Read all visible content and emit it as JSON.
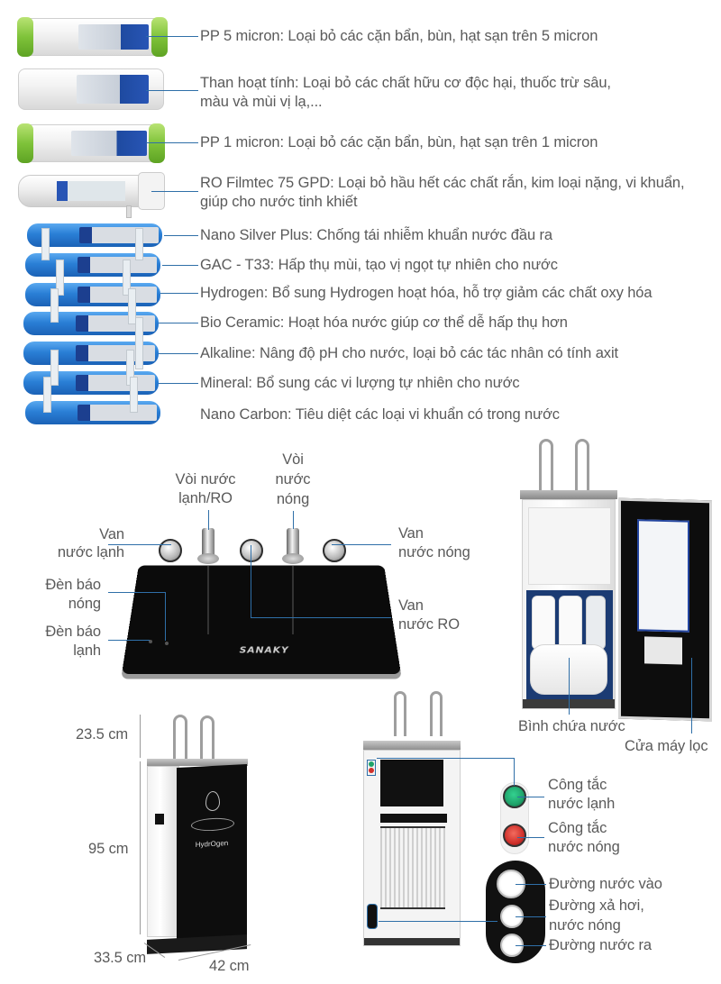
{
  "filters": [
    {
      "label": "PP 5 micron: Loại bỏ các cặn bẩn, bùn, hạt sạn trên 5 micron"
    },
    {
      "label_line1": "Than hoạt tính: Loại bỏ các chất hữu cơ độc hại, thuốc trừ sâu,",
      "label_line2": "màu và mùi vị lạ,..."
    },
    {
      "label": "PP 1 micron: Loại bỏ các cặn bẩn, bùn, hạt sạn trên 1 micron"
    },
    {
      "label_line1": "RO Filmtec 75 GPD: Loại bỏ hầu hết các chất rắn, kim loại nặng, vi khuẩn,",
      "label_line2": "giúp cho nước tinh khiết"
    },
    {
      "label": "Nano Silver Plus: Chống tái nhiễm khuẩn nước đầu ra"
    },
    {
      "label": "GAC - T33: Hấp thụ mùi, tạo vị ngọt tự nhiên cho nước"
    },
    {
      "label": "Hydrogen: Bổ sung Hydrogen hoạt hóa, hỗ trợ giảm các chất oxy hóa"
    },
    {
      "label": "Bio Ceramic: Hoạt hóa nước giúp cơ thể dễ hấp thụ hơn"
    },
    {
      "label": "Alkaline: Nâng độ pH cho nước, loại bỏ các tác nhân có tính axit"
    },
    {
      "label": "Mineral: Bổ sung các vi lượng tự nhiên cho nước"
    },
    {
      "label": "Nano Carbon: Tiêu diệt các loại vi khuẩn có trong nước"
    }
  ],
  "control_panel": {
    "brand": "SANAKY",
    "cold_faucet": {
      "line1": "Vòi nước",
      "line2": "lạnh/RO"
    },
    "hot_faucet": {
      "line1": "Vòi",
      "line2": "nước",
      "line3": "nóng"
    },
    "cold_valve": {
      "line1": "Van",
      "line2": "nước lạnh"
    },
    "hot_valve": {
      "line1": "Van",
      "line2": "nước nóng"
    },
    "ro_valve": {
      "line1": "Van",
      "line2": "nước RO"
    },
    "hot_light": {
      "line1": "Đèn báo",
      "line2": "nóng"
    },
    "cold_light": {
      "line1": "Đèn báo",
      "line2": "lạnh"
    }
  },
  "interior": {
    "tank_label": "Bình chứa nước",
    "door_label": "Cửa máy lọc"
  },
  "dimensions": {
    "faucet_height": "23.5 cm",
    "body_height": "95 cm",
    "depth": "33.5 cm",
    "width": "42 cm",
    "front_text": "HydrOgen"
  },
  "rear": {
    "cold_switch": {
      "line1": "Công tắc",
      "line2": "nước lạnh"
    },
    "hot_switch": {
      "line1": "Công tắc",
      "line2": "nước nóng"
    },
    "water_in": "Đường nước vào",
    "steam_out": {
      "line1": "Đường xả hơi,",
      "line2": "nước nóng"
    },
    "water_out": "Đường nước ra"
  },
  "colors": {
    "leader_line": "#2f6fa8",
    "text": "#5a5a5a",
    "filter_blue": "#2a7fd6",
    "cap_green": "#7fc33a",
    "switch_green": "#1fa36a",
    "switch_red": "#d0302b"
  }
}
